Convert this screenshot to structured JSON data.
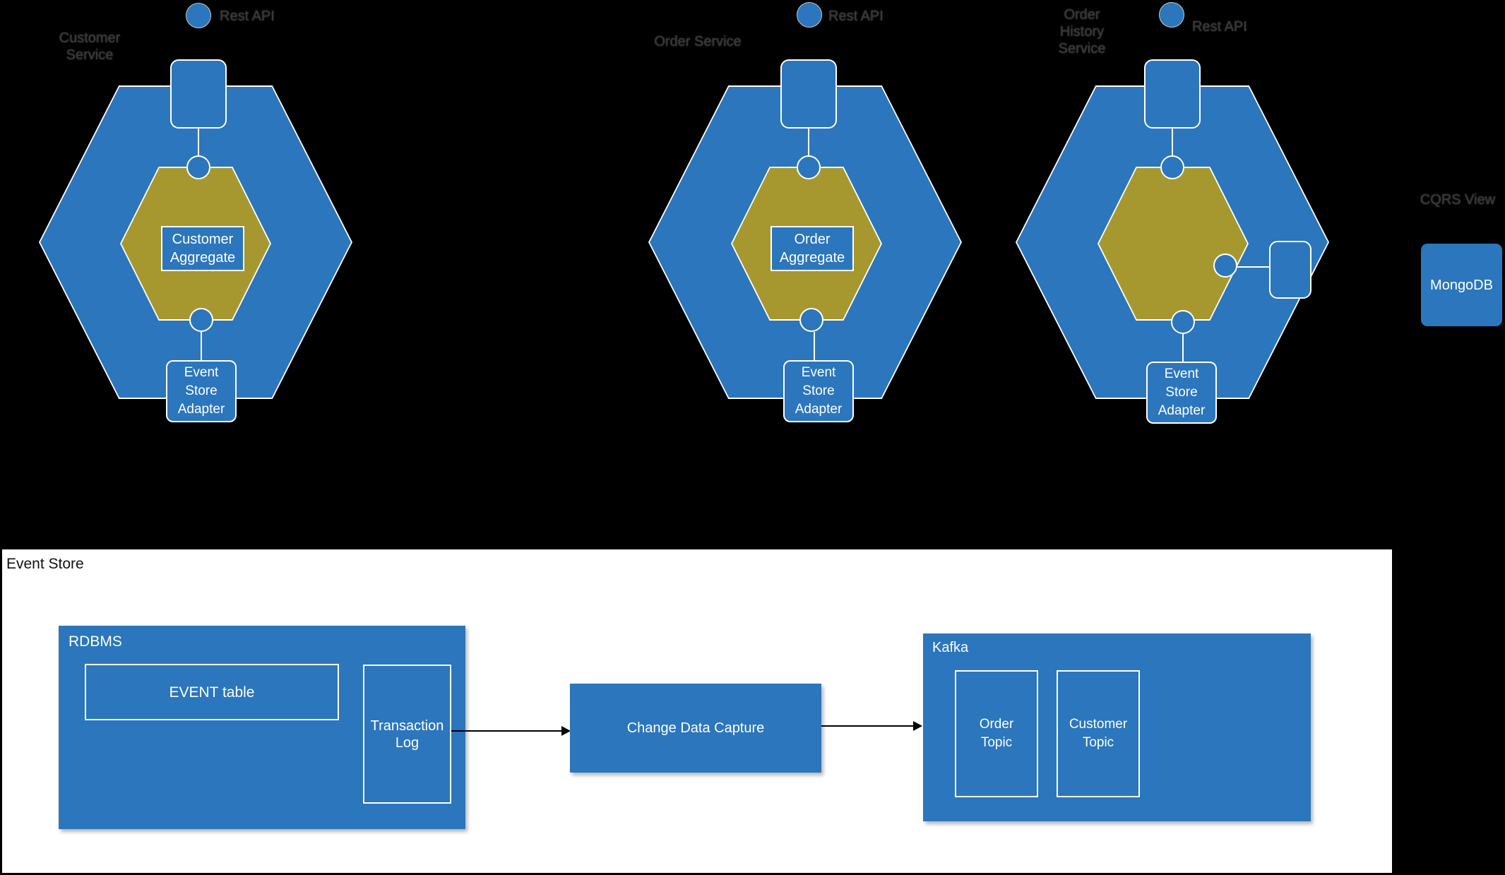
{
  "diagram": {
    "colors": {
      "service_blue": "#2B76BC",
      "domain_gold": "#A6982F",
      "label_gray": "#3a3a3a"
    },
    "services": [
      {
        "name": "Customer Service",
        "api_legend": "Rest API",
        "aggregate_label": "Customer Aggregate",
        "adapter_label": "Event Store Adapter"
      },
      {
        "name": "Order Service",
        "api_legend": "Rest API",
        "aggregate_label": "Order Aggregate",
        "adapter_label": "Event Store Adapter"
      },
      {
        "name": "Order History Service",
        "api_legend": "Rest API",
        "adapter_label": "Event Store Adapter"
      }
    ],
    "cqrs_view": {
      "label": "CQRS View",
      "database": "MongoDB"
    },
    "event_store": {
      "title": "Event Store",
      "rdbms": {
        "title": "RDBMS",
        "event_table_label": "EVENT table",
        "transaction_log_label": "Transaction Log"
      },
      "change_data_capture_label": "Change Data Capture",
      "kafka": {
        "title": "Kafka",
        "topics": [
          "Order Topic",
          "Customer Topic"
        ]
      }
    }
  }
}
